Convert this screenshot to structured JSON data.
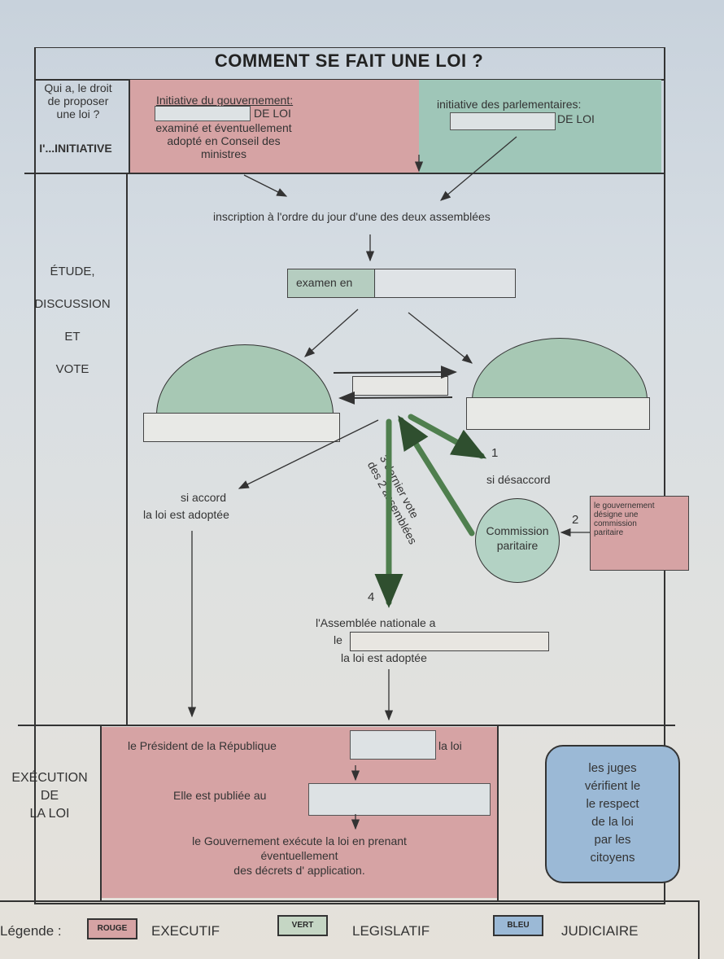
{
  "title": "COMMENT SE FAIT UNE LOI ?",
  "colors": {
    "executif_red": "#d6a3a4",
    "legislatif_green": "#9fc6b8",
    "judiciaire_blue": "#9bb9d6",
    "vote_arrow_green": "#4f7f4e"
  },
  "sections": {
    "initiative": {
      "question_lines": [
        "Qui a, le droit",
        "de proposer",
        "une loi ?"
      ],
      "label": "I'...INITIATIVE",
      "gouvernement": {
        "heading": "Initiative du gouvernement:",
        "blank_suffix": "DE LOI",
        "lines": [
          "examiné et éventuellement",
          "adopté en Conseil des",
          "ministres"
        ]
      },
      "parlementaires": {
        "heading": "initiative des parlementaires:",
        "blank_suffix": "DE LOI"
      }
    },
    "vote": {
      "side_label_lines": [
        "ÉTUDE,",
        "DISCUSSION",
        "ET",
        "VOTE"
      ],
      "inscription": "inscription à l'ordre du jour d'une des deux assemblées",
      "examen_label": "examen en",
      "accord_lines": [
        "si accord",
        "la loi est adoptée"
      ],
      "step1_number": "1",
      "desaccord": "si désaccord",
      "step2_number": "2",
      "commission_lines": [
        "Commission",
        "paritaire"
      ],
      "gouvernement_designe_lines": [
        "le gouvernement",
        "désigne une",
        "commission",
        "paritaire"
      ],
      "step3_lines": [
        "3 dernier vote",
        "des 2 assemblées"
      ],
      "step4_number": "4",
      "assemblee_lines": [
        "l'Assemblée nationale a",
        "le",
        "la loi est adoptée"
      ]
    },
    "execution": {
      "side_label_lines": [
        "EXÉCUTION",
        "DE",
        "LA LOI"
      ],
      "president_prefix": "le Président de la République",
      "president_suffix": "la loi",
      "publiee_prefix": "Elle est publiée au",
      "gouvernement_lines": [
        "le Gouvernement exécute la loi en prenant",
        "éventuellement",
        "des décrets d' application."
      ],
      "juges_lines": [
        "les juges",
        "vérifient le",
        "le respect",
        "de la loi",
        "par les",
        "citoyens"
      ]
    }
  },
  "legend": {
    "label": "Légende :",
    "items": [
      {
        "swatch": "ROUGE",
        "meaning": "EXECUTIF",
        "color": "#d6a3a4"
      },
      {
        "swatch": "VERT",
        "meaning": "LEGISLATIF",
        "color": "#c5d6c4"
      },
      {
        "swatch": "BLEU",
        "meaning": "JUDICIAIRE",
        "color": "#9bb9d6"
      }
    ]
  }
}
